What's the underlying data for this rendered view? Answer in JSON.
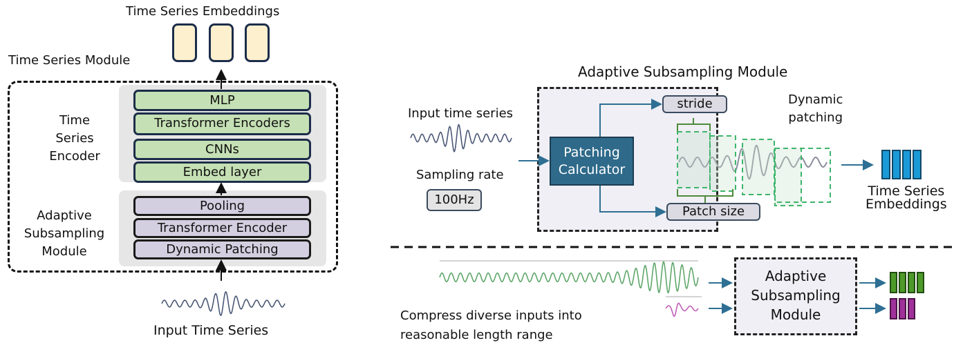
{
  "left": {
    "output_label": "Time Series Embeddings",
    "module_label": "Time Series Module",
    "encoder_label": [
      "Time",
      "Series",
      "Encoder"
    ],
    "subsampling_label": [
      "Adaptive",
      "Subsampling",
      "Module"
    ],
    "encoder_layers": [
      "MLP",
      "Transformer Encoders",
      "CNNs",
      "Embed layer"
    ],
    "subsampling_layers": [
      "Pooling",
      "Transformer Encoder",
      "Dynamic Patching"
    ],
    "input_label": "Input Time Series"
  },
  "right": {
    "module_title": "Adaptive Subsampling Module",
    "input_label": "Input time series",
    "sampling_rate_label": "Sampling rate",
    "sampling_rate_value": "100Hz",
    "calculator_label": [
      "Patching",
      "Calculator"
    ],
    "stride_label": "stride",
    "patch_size_label": "Patch size",
    "dynamic_label": [
      "Dynamic",
      "patching"
    ],
    "output_label": [
      "Time Series",
      "Embeddings"
    ],
    "bottom_caption": [
      "Compress diverse inputs into",
      "reasonable length range"
    ],
    "bottom_module_label": [
      "Adaptive",
      "Subsampling",
      "Module"
    ]
  },
  "colors": {
    "encoder_fill": "#c5e0b4",
    "subsampling_fill": "#d3cfe0",
    "embedding_fill": "#fdf0cf",
    "calculator_fill": "#2f6a8a",
    "output_blue": "#1a9ad6",
    "output_green": "#4e9a2a",
    "output_purple": "#a0319a",
    "arrow_blue": "#2e6f93",
    "patch_green": "#3cb46a"
  }
}
